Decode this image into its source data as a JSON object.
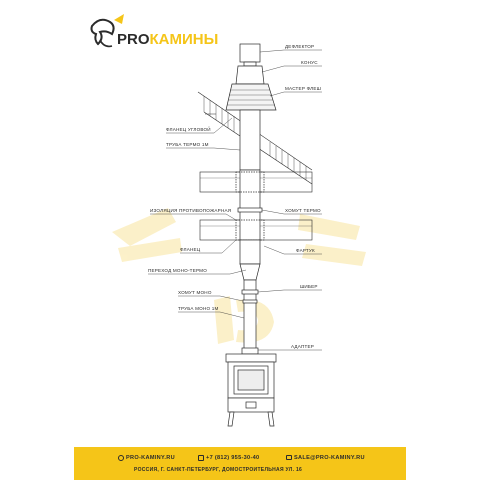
{
  "brand": {
    "prefix": "PRO",
    "name": "КАМИНЫ",
    "colors": {
      "accent": "#f5c518",
      "dark": "#2b2b2b",
      "watermark": "#fbeec0"
    }
  },
  "labels": {
    "deflector": "ДЕФЛЕКТОР",
    "cone": "КОНУС",
    "master_flash": "МАСТЕР ФЛЕШ",
    "corner_flange": "ФЛАНЕЦ УГЛОВОЙ",
    "thermo_pipe": "ТРУБА ТЕРМО 1М",
    "fire_insulation": "ИЗОЛЯЦИЯ ПРОТИВОПОЖАРНАЯ",
    "thermo_clamp": "ХОМУТ ТЕРМО",
    "flange": "ФЛАНЕЦ",
    "apron": "ФАРТУК",
    "mono_thermo_transition": "ПЕРЕХОД МОНО-ТЕРМО",
    "damper": "ШИБЕР",
    "mono_clamp": "ХОМУТ МОНО",
    "mono_pipe": "ТРУБА МОНО 1М",
    "adapter": "АДАПТЕР"
  },
  "footer": {
    "website": "PRO-KAMINY.RU",
    "phone": "+7 (812) 955-30-40",
    "email": "SALE@PRO-KAMINY.RU",
    "address": "РОССИЯ, Г. САНКТ-ПЕТЕРБУРГ, ДОМОСТРОИТЕЛЬНАЯ УЛ. 16"
  },
  "icons": [
    "logo-mark-icon",
    "globe-icon",
    "phone-icon",
    "mail-icon"
  ]
}
